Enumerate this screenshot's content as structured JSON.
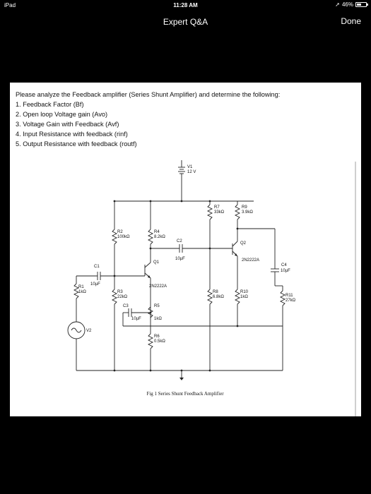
{
  "status": {
    "device": "iPad",
    "time": "11:28 AM",
    "battery": "46%"
  },
  "nav": {
    "title": "Expert Q&A",
    "done": "Done"
  },
  "question": {
    "intro": "Please analyze the Feedback amplifier (Series Shunt Amplifier) and determine the following:",
    "items": [
      "1. Feedback Factor (Bf)",
      "2. Open loop Voltage gain (Avo)",
      "3. Voltage Gain with Feedback (Avf)",
      "4. Input Resistance with feedback (rinf)",
      "5. Output Resistance with feedback (routf)"
    ]
  },
  "circuit": {
    "v1": {
      "name": "V1",
      "value": "12 V"
    },
    "r7": {
      "name": "R7",
      "value": "33kΩ"
    },
    "r9": {
      "name": "R9",
      "value": "3.9kΩ"
    },
    "r2": {
      "name": "R2",
      "value": "100kΩ"
    },
    "r4": {
      "name": "R4",
      "value": "8.2kΩ"
    },
    "c2": {
      "name": "C2",
      "value": "10µF"
    },
    "q2": {
      "name": "Q2",
      "model": "2N2222A"
    },
    "q1": {
      "name": "Q1",
      "model": "2N2222A"
    },
    "c1": {
      "name": "C1",
      "value": "10µF"
    },
    "c4": {
      "name": "C4",
      "value": "10µF"
    },
    "r1": {
      "name": "R1",
      "value": "1kΩ"
    },
    "r3": {
      "name": "R3",
      "value": "22kΩ"
    },
    "c3": {
      "name": "C3",
      "value": "10µF"
    },
    "r5": {
      "name": "R5",
      "value": "1kΩ"
    },
    "r8": {
      "name": "R8",
      "value": "6.8kΩ"
    },
    "r10": {
      "name": "R10",
      "value": "1kΩ"
    },
    "r11": {
      "name": "R11",
      "value": "27kΩ"
    },
    "v2": {
      "name": "V2"
    },
    "r6": {
      "name": "R6",
      "value": "0.5kΩ"
    },
    "caption": "Fig 1 Series Shunt Feedback Amplifier"
  }
}
